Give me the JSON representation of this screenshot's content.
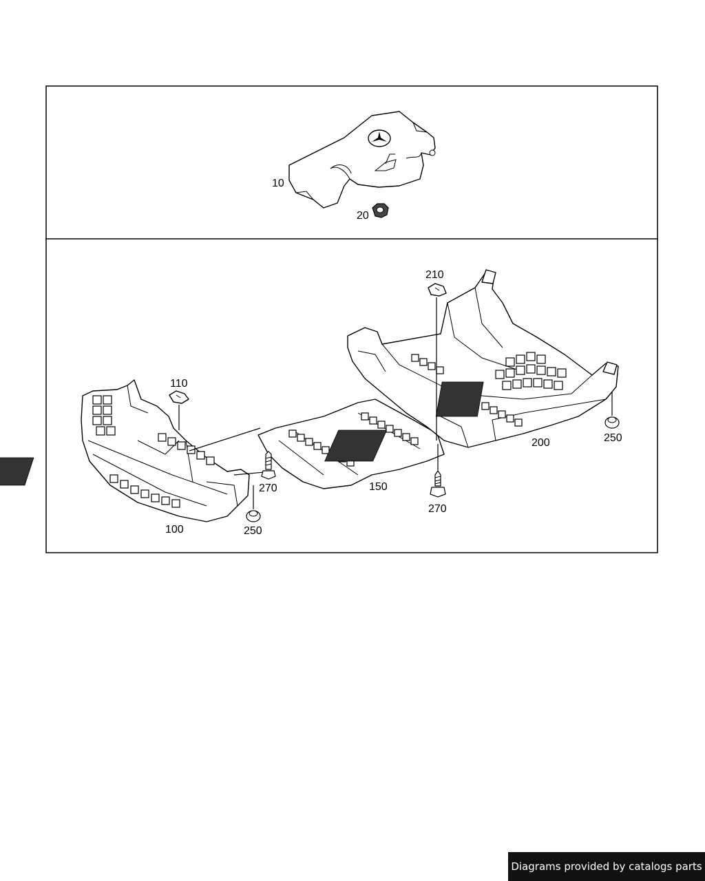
{
  "diagram": {
    "top_section": {
      "callouts": [
        {
          "id": "c10",
          "label": "10"
        },
        {
          "id": "c20",
          "label": "20"
        }
      ]
    },
    "bottom_section": {
      "callouts": [
        {
          "id": "c210",
          "label": "210"
        },
        {
          "id": "c110",
          "label": "110"
        },
        {
          "id": "c200",
          "label": "200"
        },
        {
          "id": "c250a",
          "label": "250"
        },
        {
          "id": "c270a",
          "label": "270"
        },
        {
          "id": "c150",
          "label": "150"
        },
        {
          "id": "c270b",
          "label": "270"
        },
        {
          "id": "c100",
          "label": "100"
        },
        {
          "id": "c250b",
          "label": "250"
        }
      ]
    }
  },
  "footer": {
    "credit": "Diagrams provided by catalogs parts"
  },
  "colors": {
    "line": "#000000",
    "background": "#ffffff",
    "credit_bg": "#111111",
    "credit_text": "#ffffff"
  }
}
